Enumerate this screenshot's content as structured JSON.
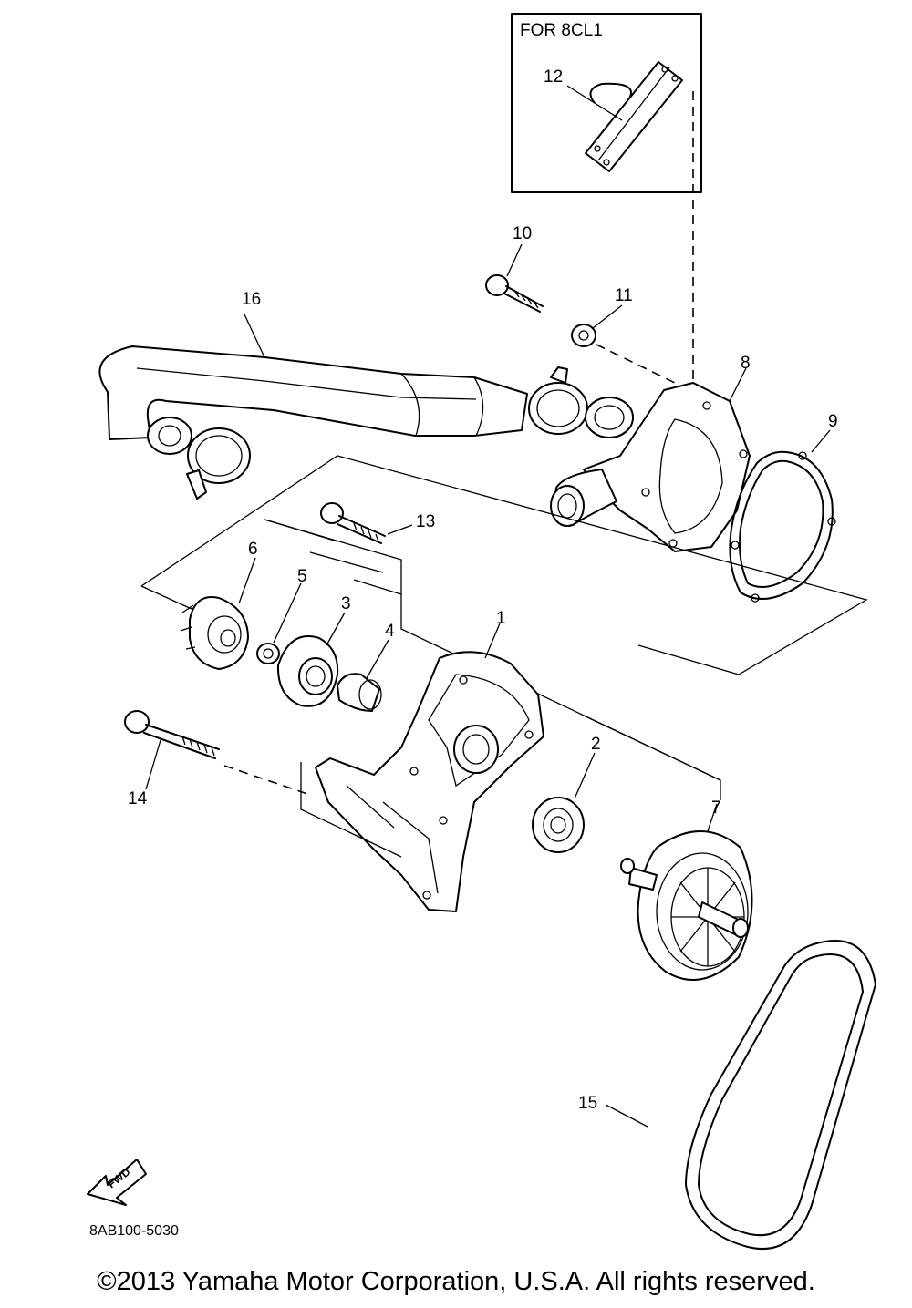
{
  "diagram": {
    "inset_label": "FOR 8CL1",
    "drawing_code": "8AB100-5030",
    "fwd_label": "FWD",
    "parts": {
      "p1": "1",
      "p2": "2",
      "p3": "3",
      "p4": "4",
      "p5": "5",
      "p6": "6",
      "p7": "7",
      "p8": "8",
      "p9": "9",
      "p10": "10",
      "p11": "11",
      "p12": "12",
      "p13": "13",
      "p14": "14",
      "p15": "15",
      "p16": "16"
    }
  },
  "footer": {
    "copyright": "©2013 Yamaha Motor Corporation, U.S.A. All rights reserved."
  }
}
